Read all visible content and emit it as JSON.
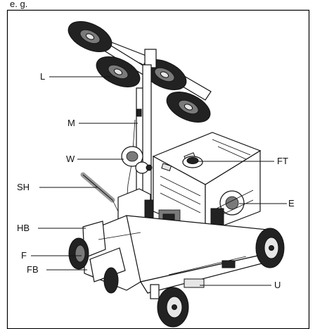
{
  "figure": {
    "border_color": "#000000",
    "header_text": "e. g.",
    "callouts": [
      {
        "id": "L",
        "label": "L"
      },
      {
        "id": "M",
        "label": "M"
      },
      {
        "id": "W",
        "label": "W"
      },
      {
        "id": "FT",
        "label": "FT"
      },
      {
        "id": "SH",
        "label": "SH"
      },
      {
        "id": "E",
        "label": "E"
      },
      {
        "id": "HB",
        "label": "HB"
      },
      {
        "id": "F",
        "label": "F"
      },
      {
        "id": "FB",
        "label": "FB"
      },
      {
        "id": "U",
        "label": "U"
      }
    ]
  }
}
